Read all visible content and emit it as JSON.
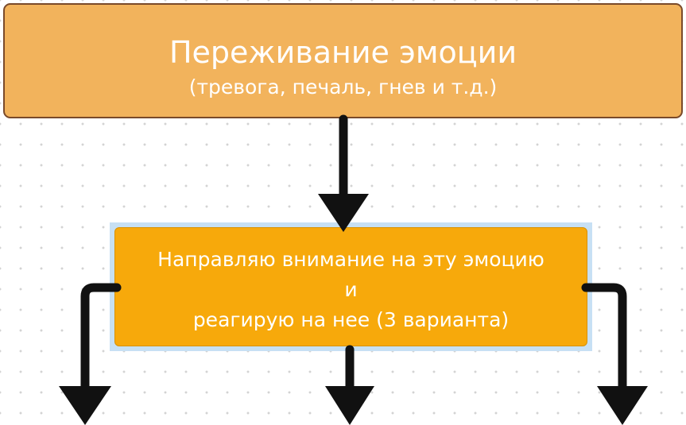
{
  "diagram": {
    "top_node": {
      "title": "Переживание эмоции",
      "subtitle": "(тревога, печаль, гнев и т.д.)"
    },
    "middle_node": {
      "line1": "Направляю внимание на эту эмоцию",
      "line2": "и",
      "line3": "реагирую на нее (3 варианта)"
    }
  },
  "colors": {
    "top_node_fill": "#f2b35c",
    "top_node_border": "#7a4a2a",
    "middle_node_fill": "#f7a90b",
    "selection_highlight": "#c7e0f4",
    "arrow": "#111111",
    "text": "#ffffff"
  }
}
